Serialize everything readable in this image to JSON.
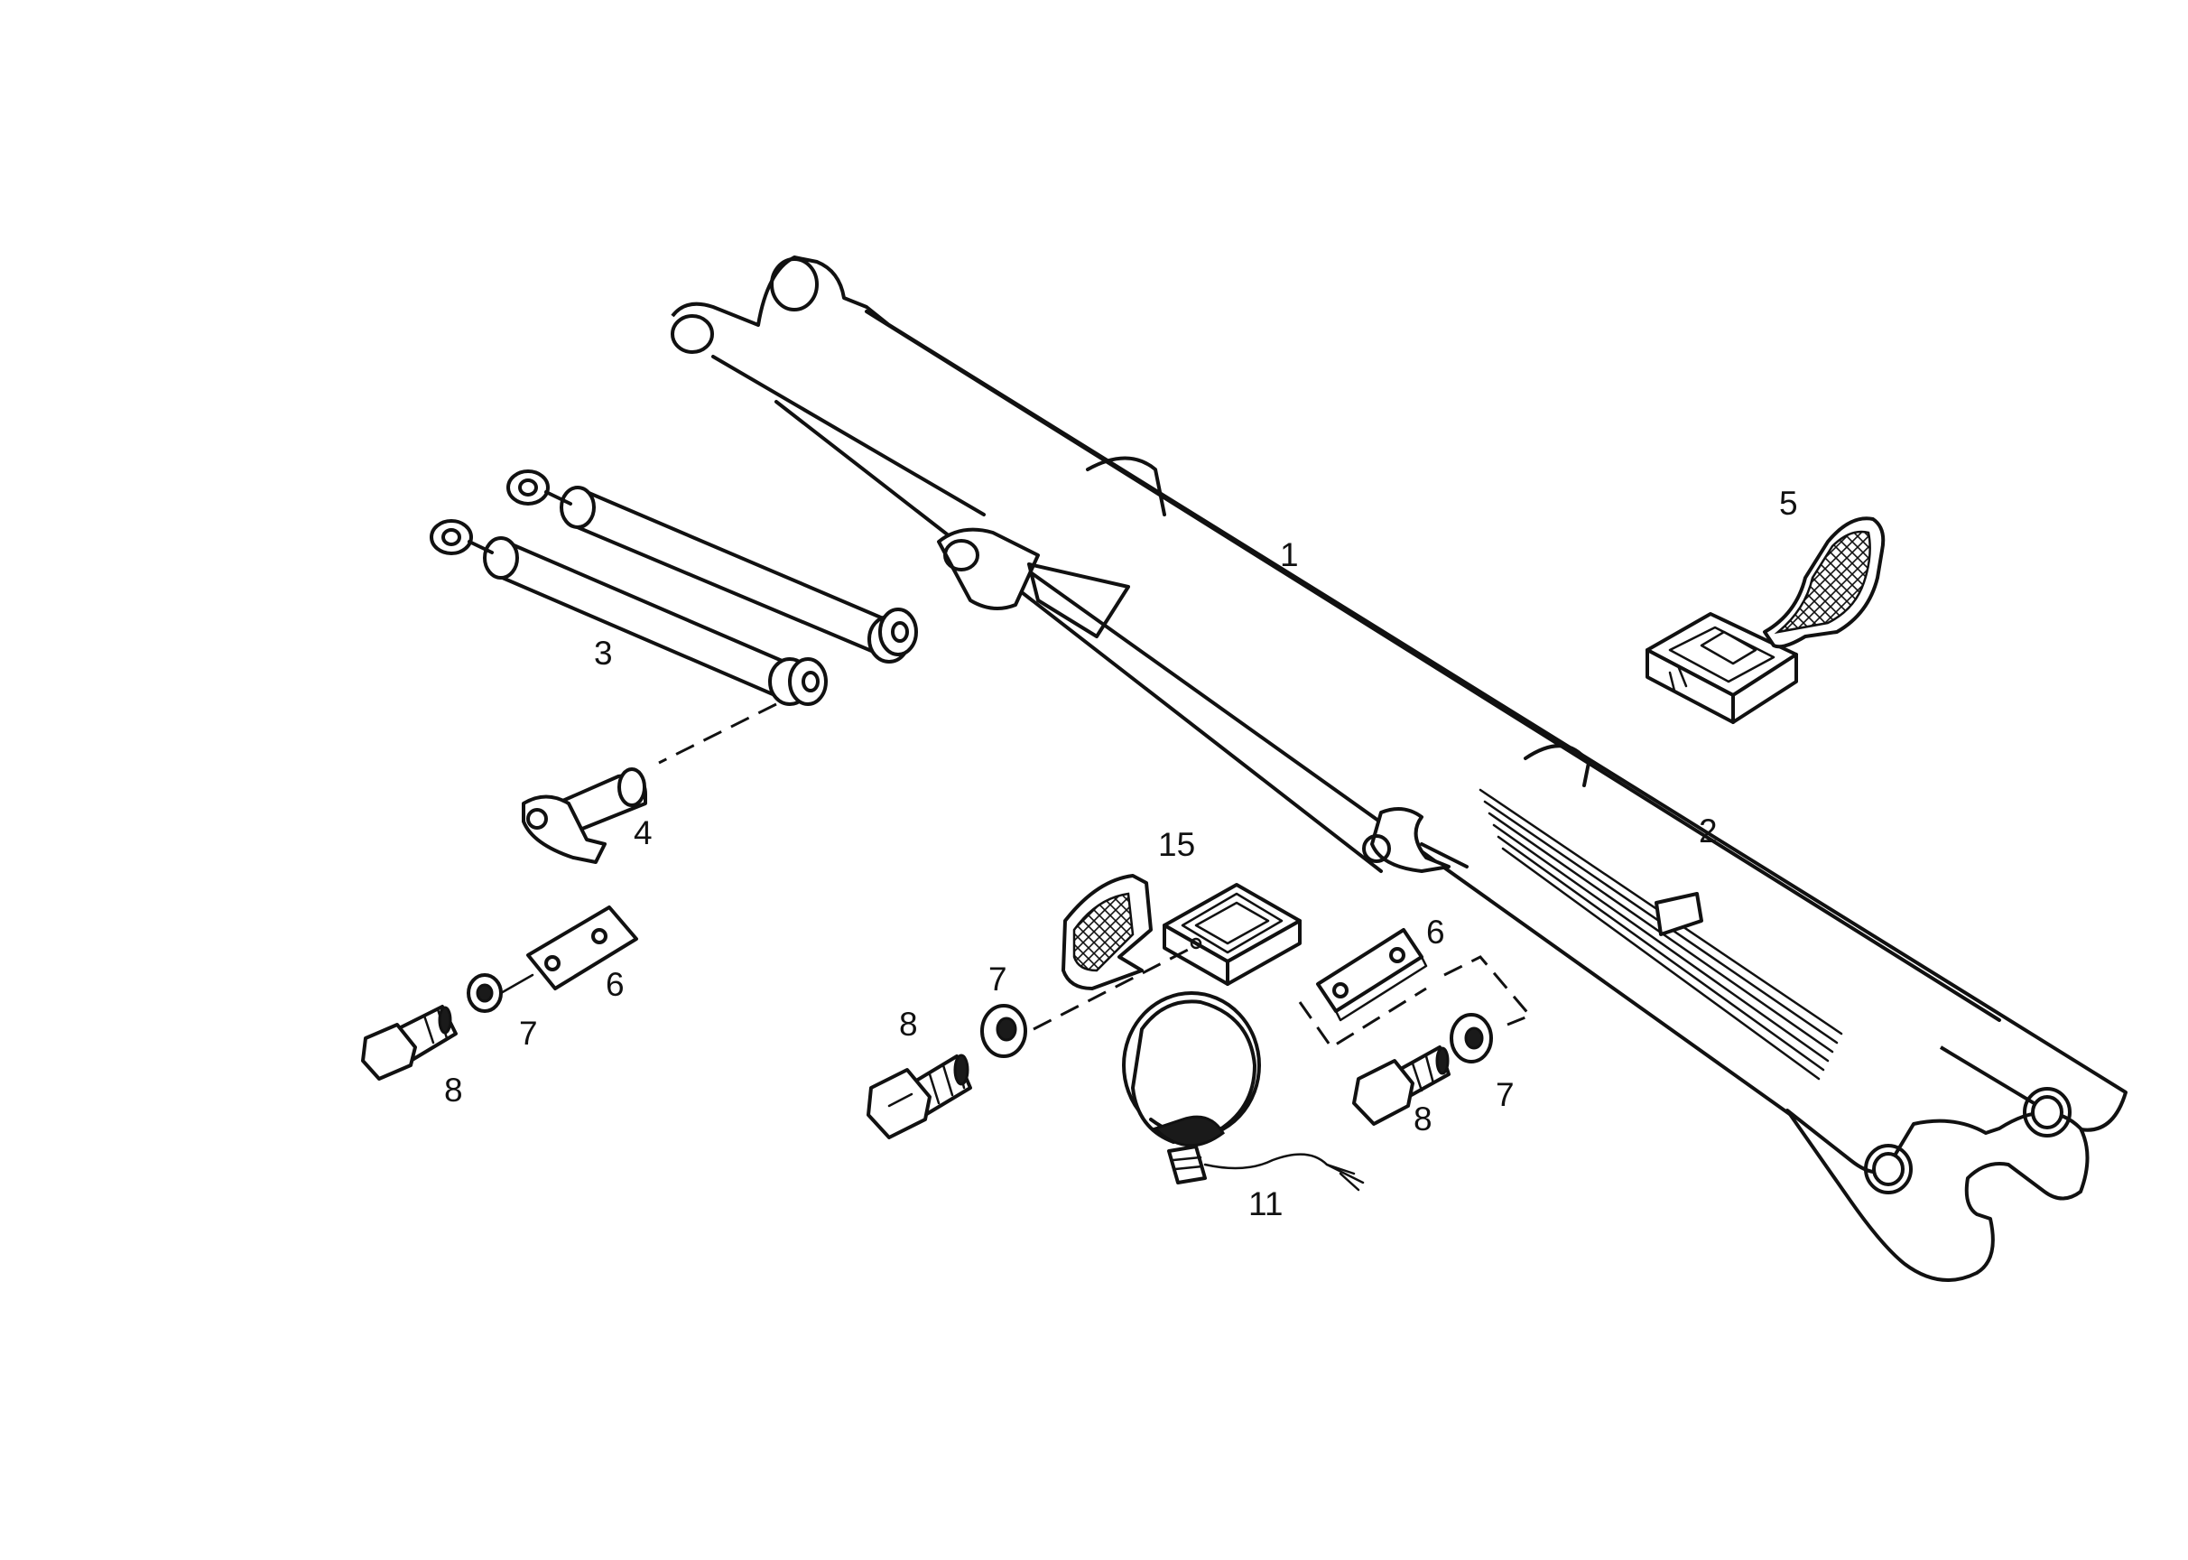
{
  "diagram": {
    "callouts": {
      "boom_arm": "1",
      "leaf_spring": "2",
      "cylinders": "3",
      "pin": "4",
      "step_right": "5",
      "plate_left": "6",
      "plate_right": "6",
      "washer_left": "7",
      "washer_center": "7",
      "washer_right": "7",
      "bolt_left": "8",
      "bolt_center": "8",
      "bolt_right": "8",
      "lamp": "11",
      "step_center": "15"
    }
  }
}
